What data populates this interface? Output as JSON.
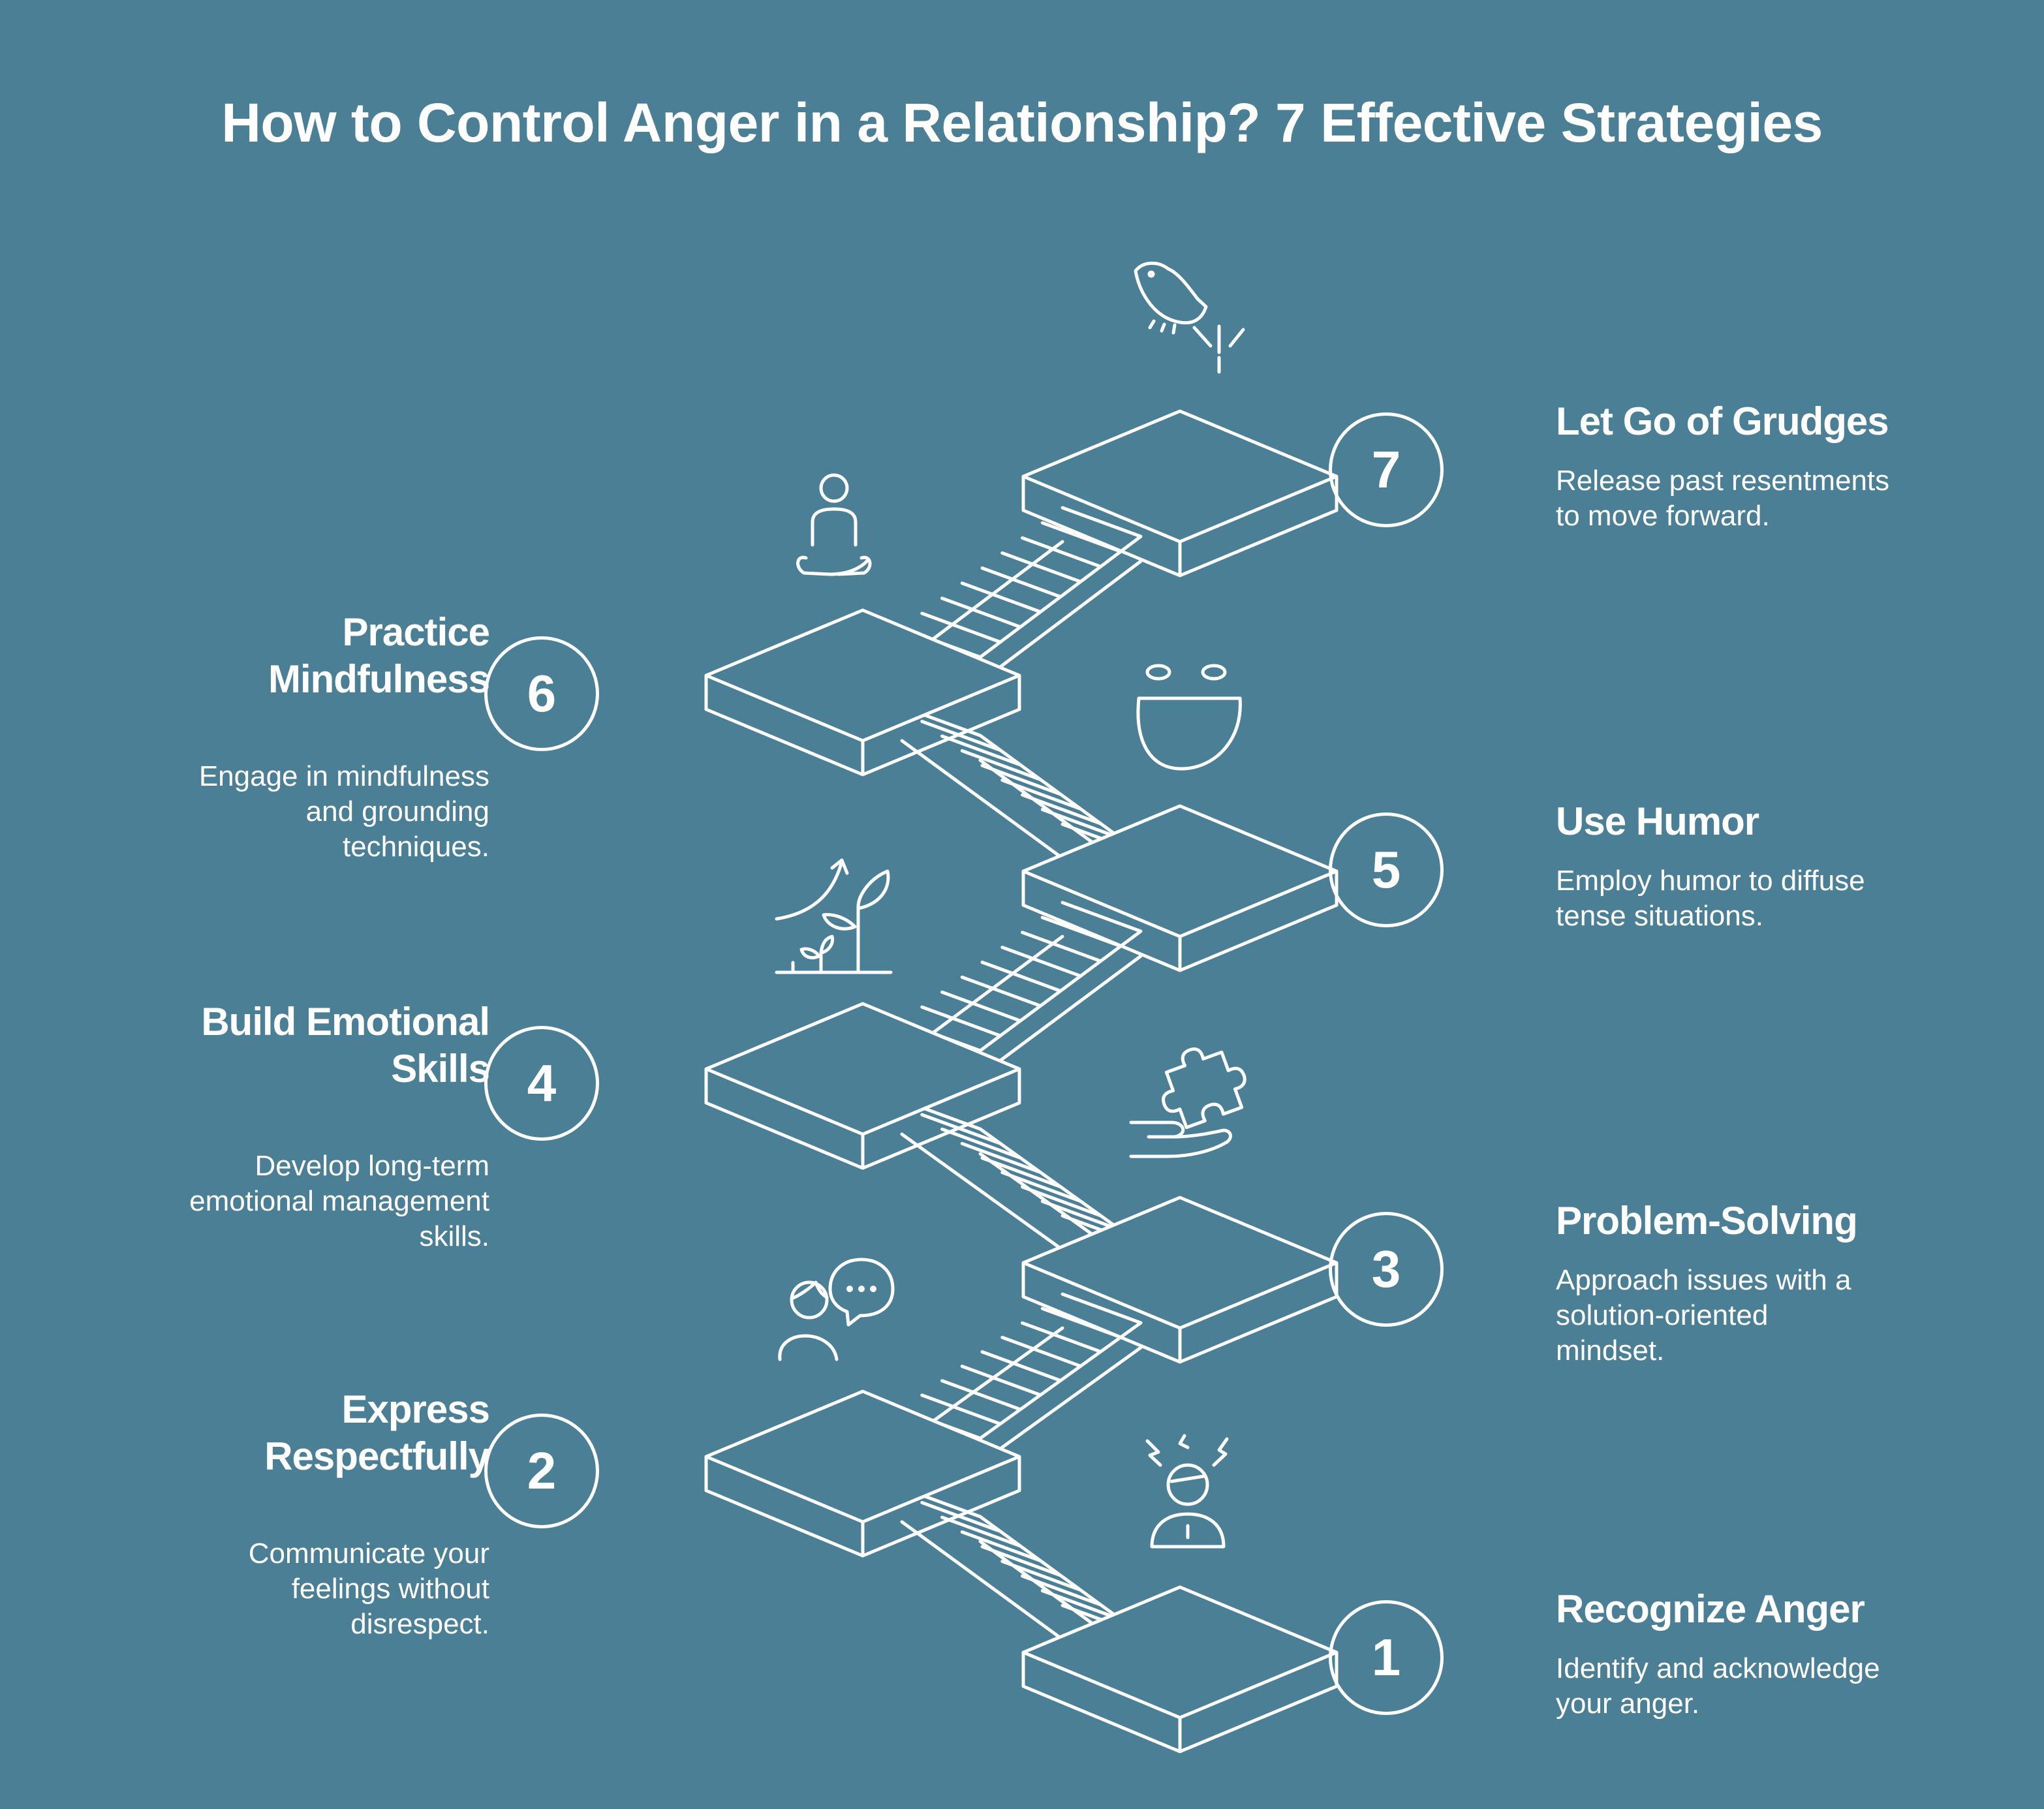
{
  "title": "How to Control Anger in a Relationship? 7 Effective Strategies",
  "colors": {
    "background": "#4b7f96",
    "line": "#ffffff"
  },
  "steps": [
    {
      "number": "1",
      "title": "Recognize Anger",
      "description": "Identify and acknowledge your anger.",
      "icon": "angry-person-icon"
    },
    {
      "number": "2",
      "title": "Express Respectfully",
      "description": "Communicate your feelings without disrespect.",
      "icon": "speaking-person-icon"
    },
    {
      "number": "3",
      "title": "Problem-Solving",
      "description": "Approach issues with a solution-oriented mindset.",
      "icon": "puzzle-hand-icon"
    },
    {
      "number": "4",
      "title": "Build Emotional Skills",
      "description": "Develop long-term emotional management skills.",
      "icon": "growing-plant-icon"
    },
    {
      "number": "5",
      "title": "Use Humor",
      "description": "Employ humor to diffuse tense situations.",
      "icon": "laughing-face-icon"
    },
    {
      "number": "6",
      "title": "Practice Mindfulness",
      "description": "Engage in mindfulness and grounding techniques.",
      "icon": "meditation-icon"
    },
    {
      "number": "7",
      "title": "Let Go of Grudges",
      "description": "Release past resentments to move forward.",
      "icon": "bird-icon"
    }
  ]
}
